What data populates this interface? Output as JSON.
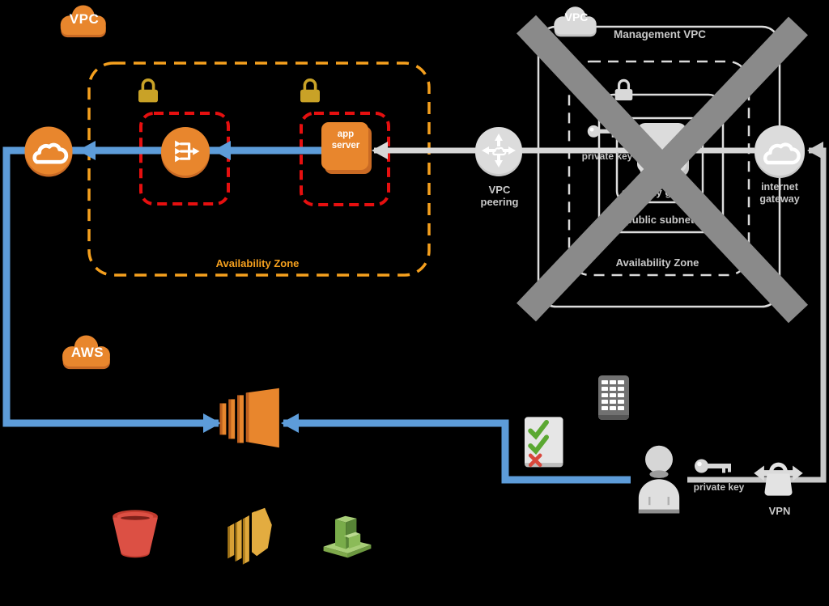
{
  "app_vpc": {
    "badge": "VPC",
    "availability_zone": "Availability Zone",
    "app_server": "app server"
  },
  "peering": {
    "label": "VPC peering"
  },
  "management_vpc": {
    "badge": "VPC",
    "title": "Management VPC",
    "availability_zone": "Availability Zone",
    "public_subnet": "public subnet",
    "security_group": "security group",
    "private_key": "private key",
    "internet_gateway": "internet gateway"
  },
  "aws": {
    "badge": "AWS"
  },
  "user": {
    "private_key": "private key",
    "vpn": "VPN"
  },
  "icons": [
    "vpc-cloud-badge",
    "aws-cloud-badge",
    "lock-icon",
    "load-balancer-icon",
    "app-server-node",
    "internet-cloud-icon",
    "vpc-peering-icon",
    "private-key-icon",
    "instance-icon",
    "internet-gateway-icon",
    "x-mark",
    "cloudtrail-cube-icon",
    "s3-bucket-icon",
    "archive-stack-icon",
    "green-building-icon",
    "checklist-icon",
    "mfa-token-icon",
    "user-icon",
    "vpn-icon"
  ],
  "colors": {
    "orange": "#E8862D",
    "orange_shadow": "#C96A24",
    "az_dash_orange": "#F5A01E",
    "red_dash": "#E60F0F",
    "blue": "#5D9CD9",
    "gray_light": "#DCDCDC",
    "gray_text": "#C8C8C8",
    "gray_x": "#8A8A8A",
    "gold": "#C9A227",
    "bucket_red": "#DC5044",
    "stack_gold": "#DFA83B",
    "building_green": "#79AC4A"
  }
}
